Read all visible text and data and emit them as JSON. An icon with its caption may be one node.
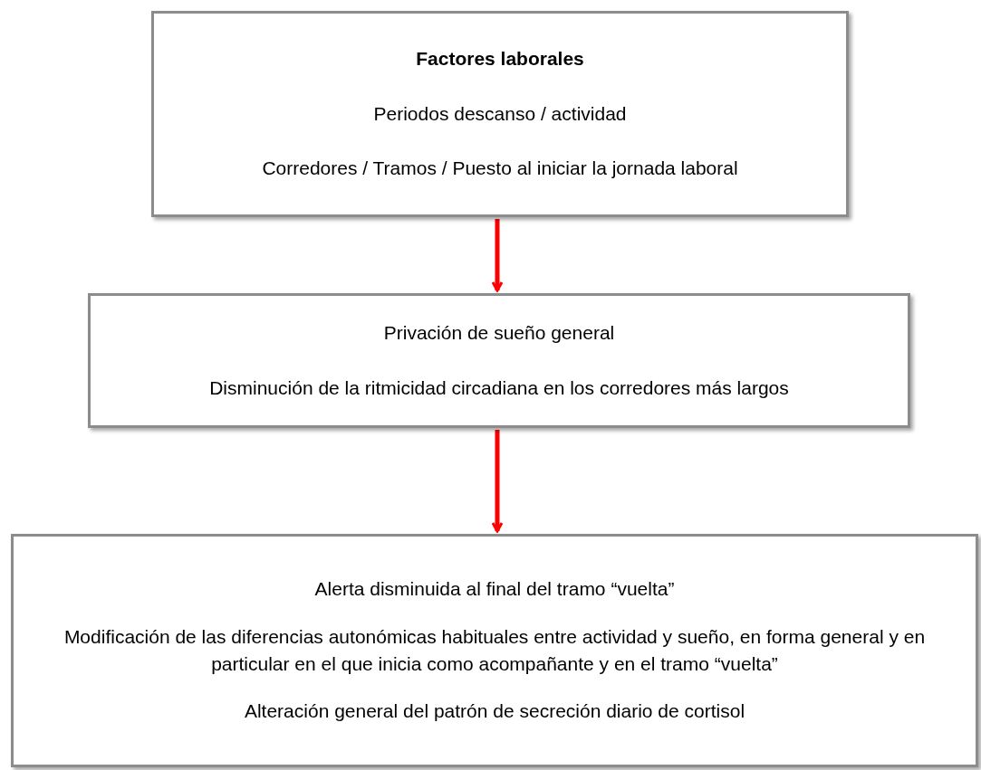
{
  "diagram": {
    "nodes": [
      {
        "text": [
          "Factores laborales",
          "Periodos descanso / actividad",
          "Corredores / Tramos / Puesto al iniciar la jornada laboral"
        ]
      },
      {
        "text": [
          "Privación de sueño general",
          "Disminución de la ritmicidad circadiana en los corredores más largos"
        ]
      },
      {
        "text": [
          "Alerta disminuida al final del tramo “vuelta”",
          "Modificación de las diferencias autonómicas habituales entre actividad y sueño, en forma general y en particular en el que inicia como acompañante y en el tramo “vuelta”",
          "Alteración general del patrón de secreción diario de cortisol"
        ]
      }
    ],
    "edges": [
      {
        "from": 0,
        "to": 1,
        "arrow": "to"
      },
      {
        "from": 1,
        "to": 2,
        "arrow": "to"
      }
    ]
  }
}
